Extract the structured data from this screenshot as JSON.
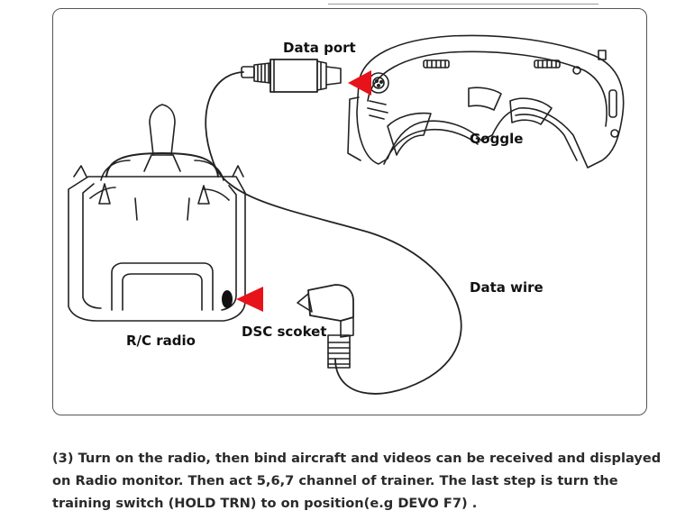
{
  "labels": {
    "data_port": "Data port",
    "goggle": "Goggle",
    "data_wire": "Data wire",
    "rc_radio": "R/C radio",
    "dsc_socket": "DSC scoket"
  },
  "caption": {
    "line1": "(3) Turn on the radio, then bind aircraft and videos can be received and displayed",
    "line2": "on Radio monitor. Then act 5,6,7 channel of trainer. The last step is turn the",
    "line3": "training switch (HOLD TRN) to on position(e.g DEVO F7) ."
  },
  "colors": {
    "arrow": "#e8121b",
    "line": "#222222"
  }
}
